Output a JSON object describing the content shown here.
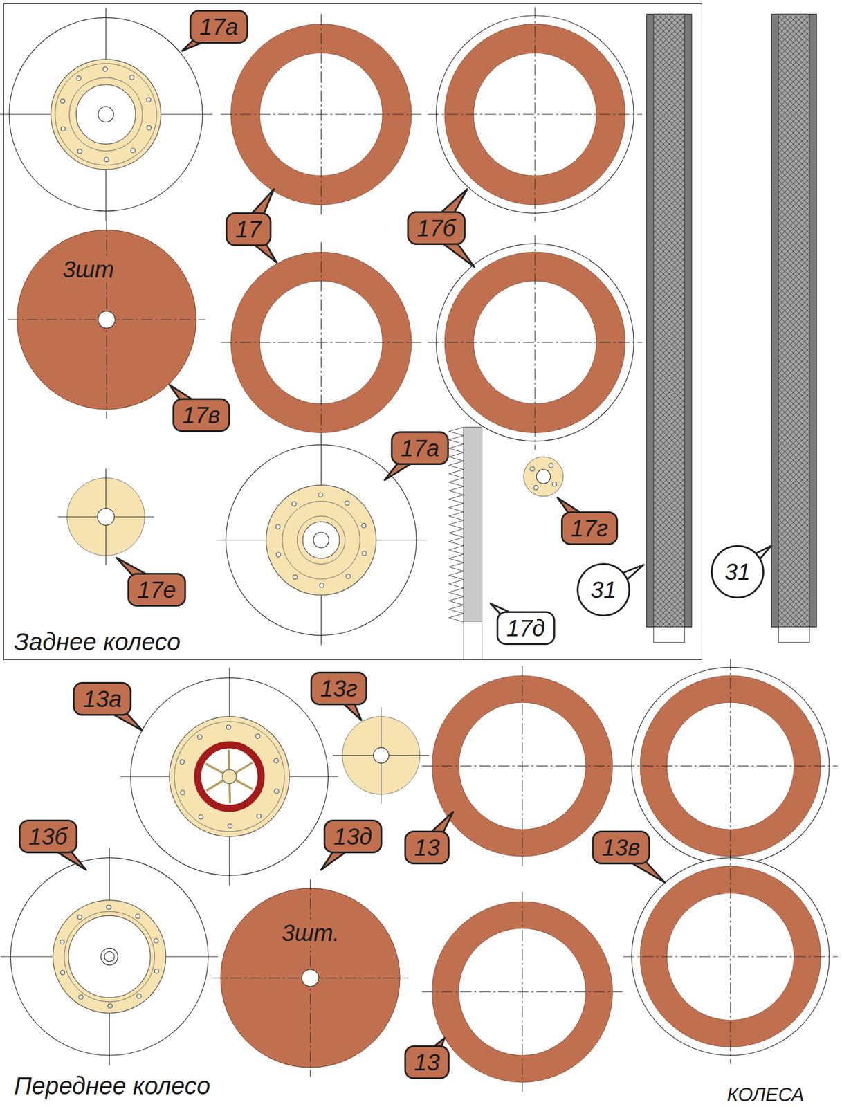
{
  "diagram": {
    "nodes": [
      {
        "text": [
          "Заднее колесо"
        ]
      },
      {
        "text": [
          "3шт"
        ],
        "in": 0
      },
      {
        "text": [
          "3шт."
        ]
      }
    ],
    "labels": [
      "17а",
      "17",
      "17б",
      "17в",
      "17а",
      "17г",
      "17е",
      "17д",
      "31",
      "31",
      "13а",
      "13г",
      "13",
      "13",
      "13в",
      "13б",
      "13д",
      "Переднее колесо",
      "КОЛЕСА"
    ]
  }
}
